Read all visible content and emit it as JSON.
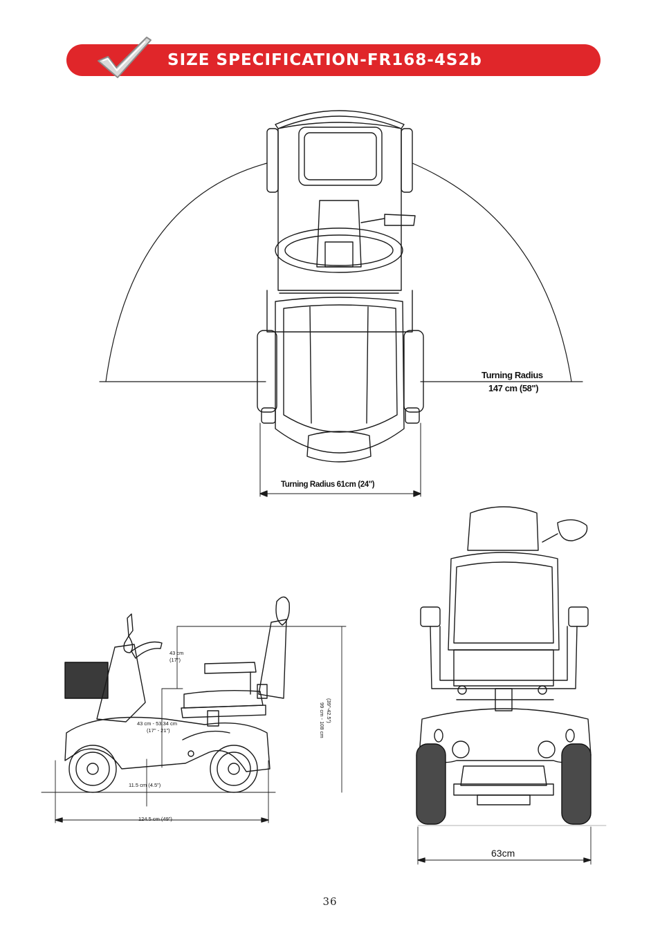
{
  "header": {
    "title": "SIZE SPECIFICATION-FR168-4S2b",
    "accent_color": "#e0262a",
    "icon": "checkmark-icon"
  },
  "top_view": {
    "turning_radius_label": "Turning Radius",
    "turning_radius_value": "147 cm (58\")",
    "width_label": "Turning Radius 61cm (24\")"
  },
  "side_view": {
    "seat_to_arm": "43 cm",
    "seat_to_arm_in": "(17\")",
    "seat_height": "43 cm - 53.34 cm",
    "seat_height_in": "(17\" - 21\")",
    "overall_height": "99 cm - 108 cm",
    "overall_height_in": "(39\"-42.5\")",
    "ground_clearance": "11.5 cm (4.5\")",
    "overall_length": "124.5 cm (49\")"
  },
  "rear_view": {
    "overall_width": "63cm"
  },
  "page_number": "36"
}
